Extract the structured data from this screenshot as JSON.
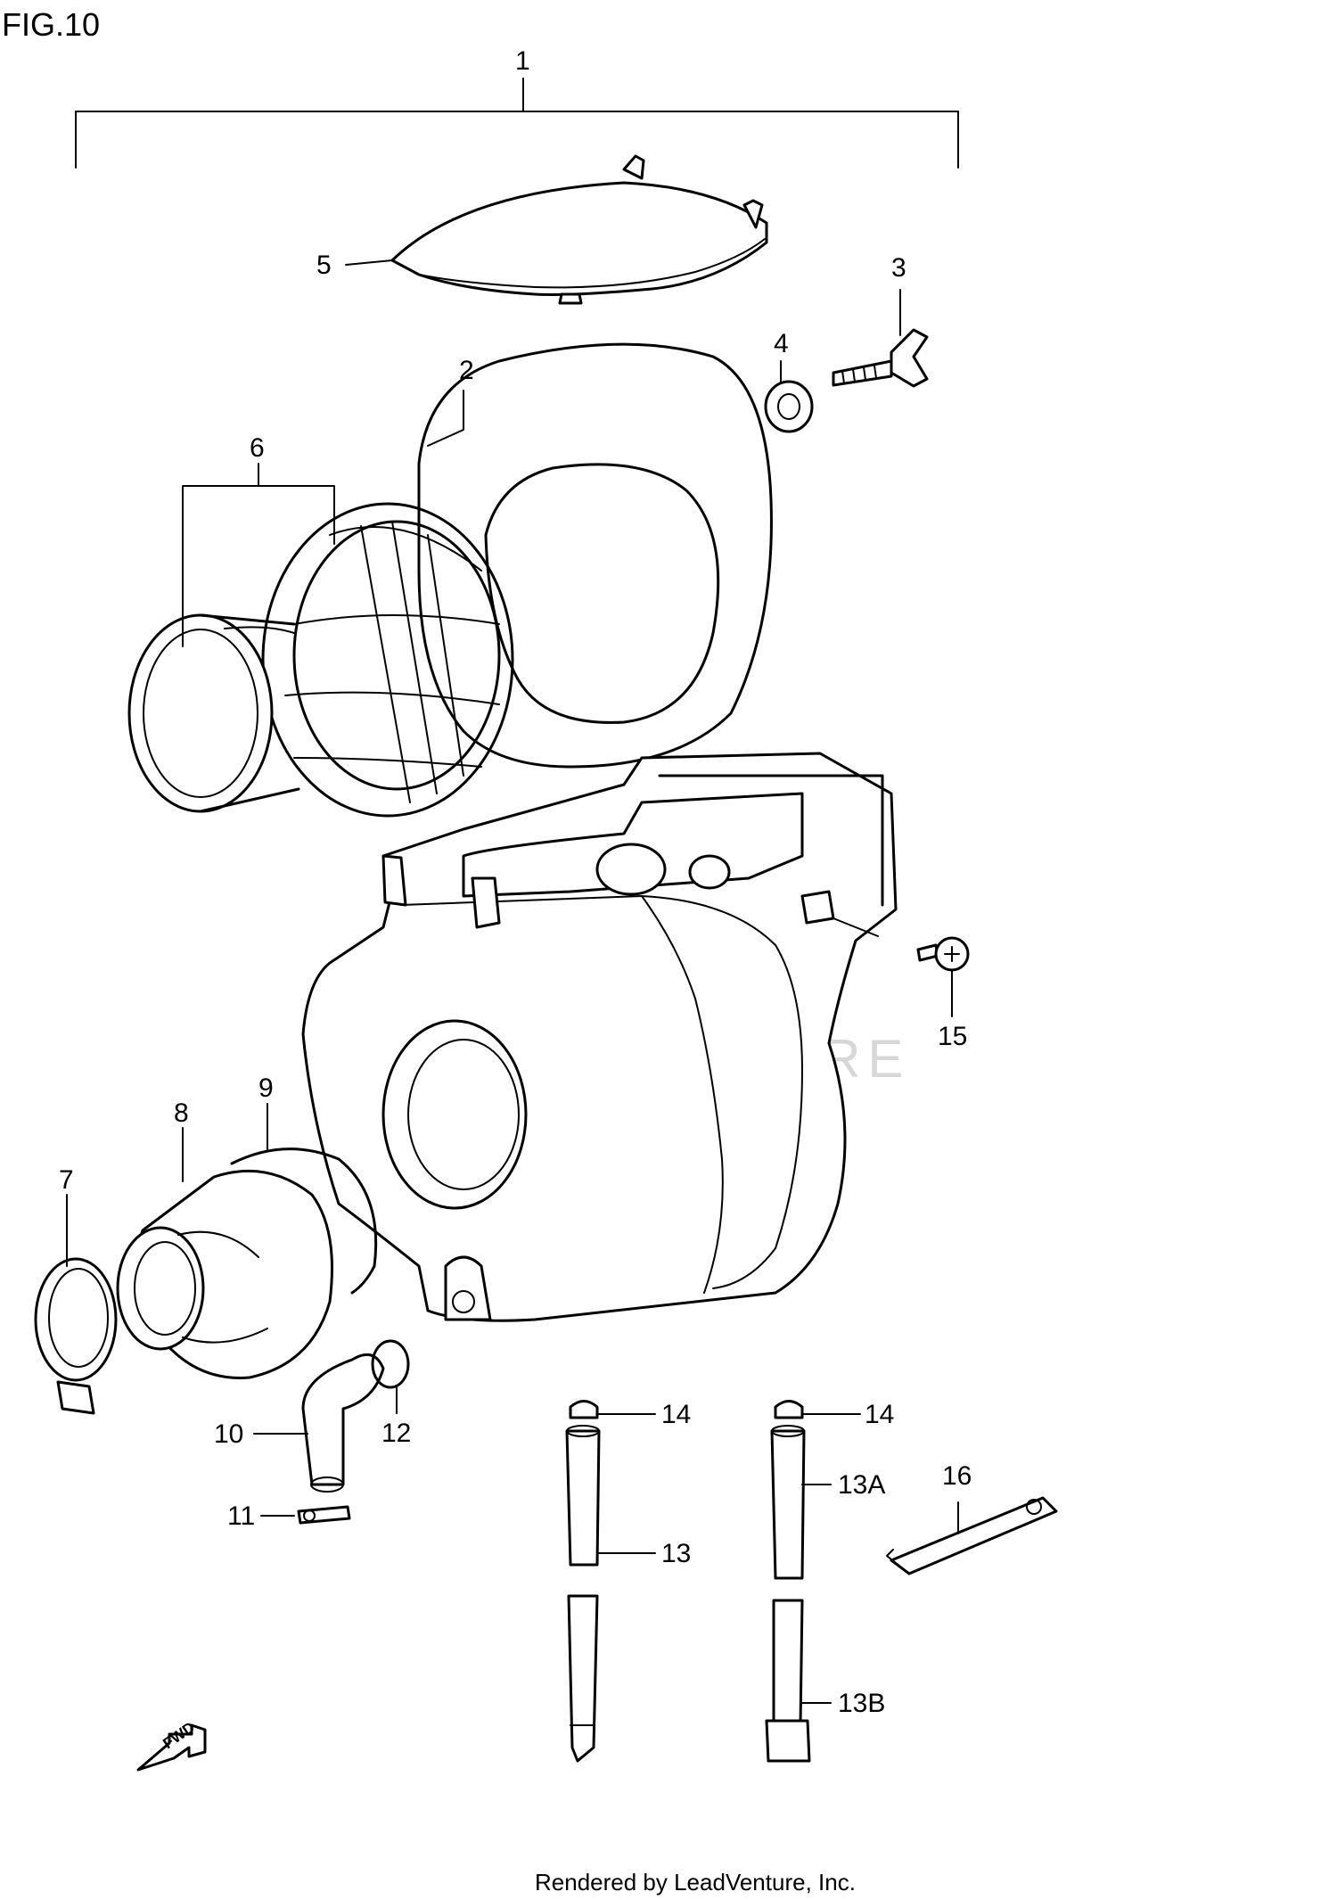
{
  "figure": {
    "title": "FIG.10"
  },
  "watermark": "LEADVENTURE",
  "footer": "Rendered by LeadVenture, Inc.",
  "direction_arrow": {
    "label": "FWD"
  },
  "callouts": {
    "c1": "1",
    "c2": "2",
    "c3": "3",
    "c4": "4",
    "c5": "5",
    "c6": "6",
    "c7": "7",
    "c8": "8",
    "c9": "9",
    "c10": "10",
    "c11": "11",
    "c12": "12",
    "c13": "13",
    "c13a": "13A",
    "c13b": "13B",
    "c14a": "14",
    "c14b": "14",
    "c15": "15",
    "c16": "16"
  }
}
